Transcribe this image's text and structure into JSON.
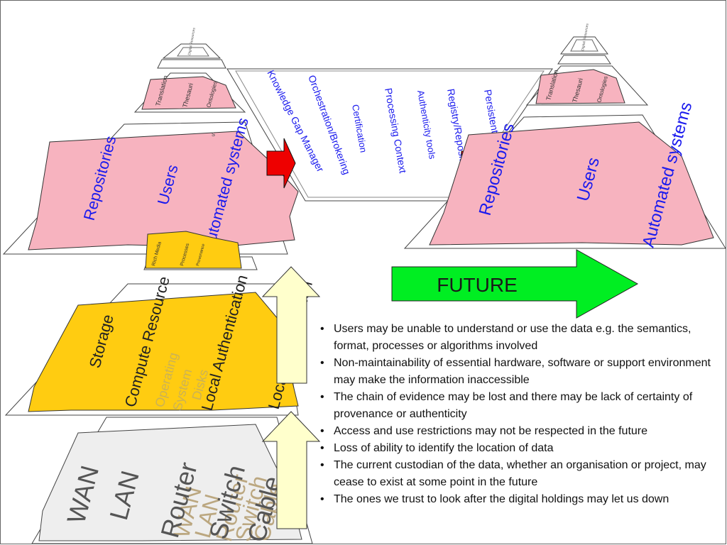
{
  "colors": {
    "pink": "#f7b3bf",
    "yellow": "#ffcc11",
    "green": "#00ee22",
    "arrow_red": "#ee0000",
    "up_arrow": "#ffffcc",
    "text_blue": "#1a1aee",
    "text_grey": "#555555"
  },
  "upper_pyramid": {
    "top_tiny_text": "Digital Resources",
    "mid_text": [
      "Translation",
      "Thesauri",
      "Ontologies"
    ],
    "main_text": [
      "Repositories",
      "Users",
      "Automated systems"
    ],
    "stray_char": "s"
  },
  "middle_pyramid": {
    "small_text": [
      "Rich Media",
      "Processes",
      "Provenance"
    ],
    "main_text": [
      "Storage",
      "Compute Resource",
      "Local Authentication",
      "Local Authorisation"
    ],
    "ghost_text": [
      "Operating",
      "System",
      "Disks"
    ]
  },
  "bottom_pyramid": {
    "main_text": [
      "WAN",
      "LAN",
      "Router",
      "Switch",
      "Cable"
    ],
    "ghost_text": [
      "WAN",
      "LAN",
      "Router",
      "Switch",
      "Cable"
    ]
  },
  "funnel": {
    "lines": [
      "Persistent ID Resolver",
      "Registry/Repository",
      "Authenticity tools",
      "Processing Context",
      "Certification",
      "Orchestration/Brokering",
      "Knowledge Gap Manager"
    ]
  },
  "future_pyramid": {
    "top_tiny_text": "Digital Resources",
    "mid_text": [
      "Translation",
      "Thesauri",
      "Ontologies"
    ],
    "main_text": [
      "Repositories",
      "Users",
      "Automated systems"
    ]
  },
  "future_arrow": {
    "label": "FUTURE"
  },
  "bullets": [
    "Users may be unable to understand or use the data e.g. the semantics, format, processes or algorithms involved",
    "Non-maintainability of essential hardware, software or support environment may make the information inaccessible",
    "The chain of evidence may be lost and there may be lack of certainty of provenance or authenticity",
    "Access and use restrictions may not be respected in the future",
    "Loss of ability to identify the location of data",
    "The current custodian of the data, whether an organisation or project, may cease to exist at some point in the future",
    "The ones we trust to look after the digital holdings may let us down"
  ]
}
